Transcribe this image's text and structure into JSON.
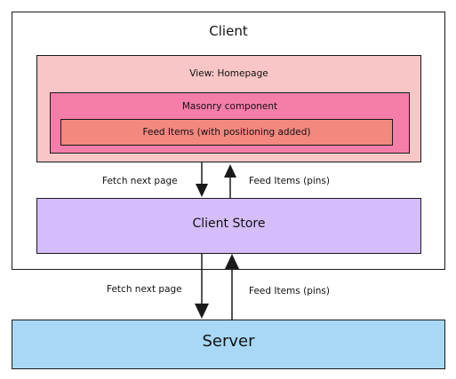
{
  "diagram": {
    "client": {
      "label": "Client"
    },
    "view": {
      "label": "View: Homepage"
    },
    "masonry": {
      "label": "Masonry component"
    },
    "feed_items": {
      "label": "Feed Items (with positioning added)"
    },
    "client_store": {
      "label": "Client Store"
    },
    "server": {
      "label": "Server"
    },
    "edges": [
      {
        "label": "Fetch next page"
      },
      {
        "label": "Feed Items (pins)"
      },
      {
        "label": "Fetch next page"
      },
      {
        "label": "Feed Items (pins)"
      }
    ]
  },
  "colors": {
    "view_fill": "#f8c6c6",
    "masonry_fill": "#f47ea9",
    "feed_items_fill": "#f3887f",
    "client_store_fill": "#d4bdfa",
    "server_fill": "#a8d8f6"
  }
}
